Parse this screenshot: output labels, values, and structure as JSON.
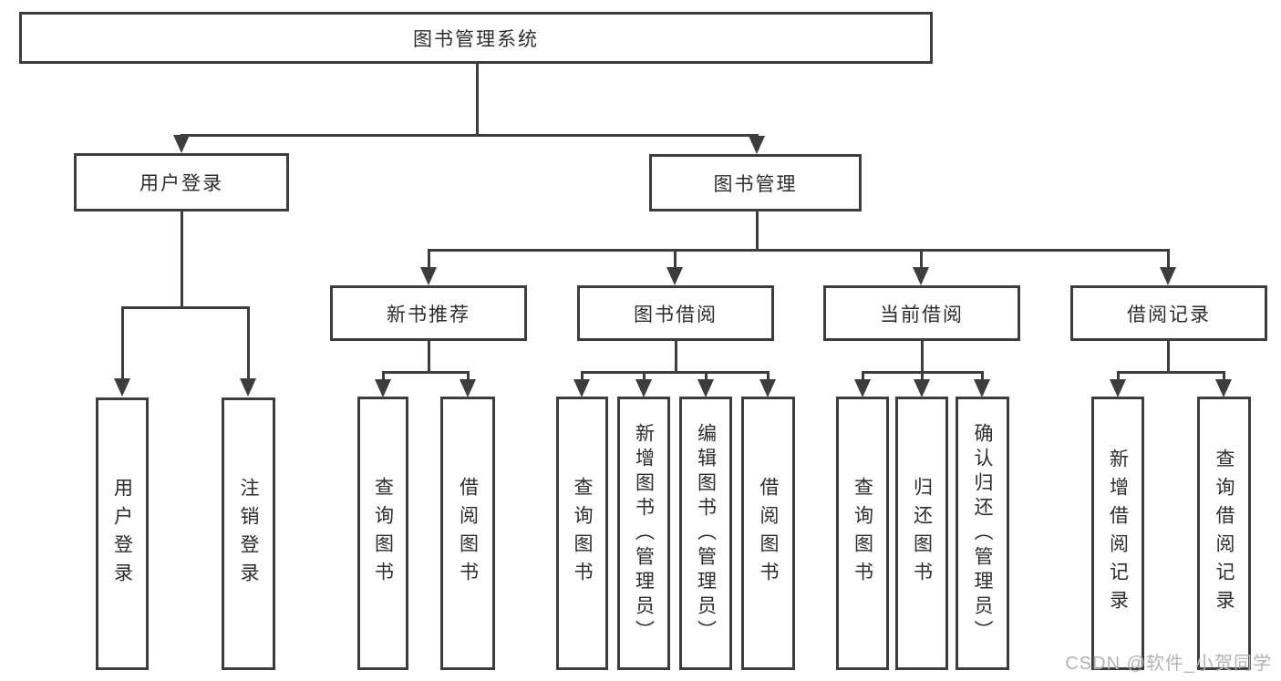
{
  "tree": {
    "label": "图书管理系统",
    "children": [
      {
        "label": "用户登录",
        "children": [
          {
            "label": "用户登录"
          },
          {
            "label": "注销登录"
          }
        ]
      },
      {
        "label": "图书管理",
        "children": [
          {
            "label": "新书推荐",
            "children": [
              {
                "label": "查询图书"
              },
              {
                "label": "借阅图书"
              }
            ]
          },
          {
            "label": "图书借阅",
            "children": [
              {
                "label": "查询图书"
              },
              {
                "label": "新增图书（管理员）"
              },
              {
                "label": "编辑图书（管理员）"
              },
              {
                "label": "借阅图书"
              }
            ]
          },
          {
            "label": "当前借阅",
            "children": [
              {
                "label": "查询图书"
              },
              {
                "label": "归还图书"
              },
              {
                "label": "确认归还（管理员）"
              }
            ]
          },
          {
            "label": "借阅记录",
            "children": [
              {
                "label": "新增借阅记录"
              },
              {
                "label": "查询借阅记录"
              }
            ]
          }
        ]
      }
    ]
  },
  "watermark": {
    "text": "CSDN @软件_小贺同学"
  },
  "colors": {
    "line": "#3d3d3d",
    "box_border": "#3d3d3d",
    "text": "#2d2d2d",
    "watermark": "#b3b3b3",
    "background": "#ffffff"
  }
}
